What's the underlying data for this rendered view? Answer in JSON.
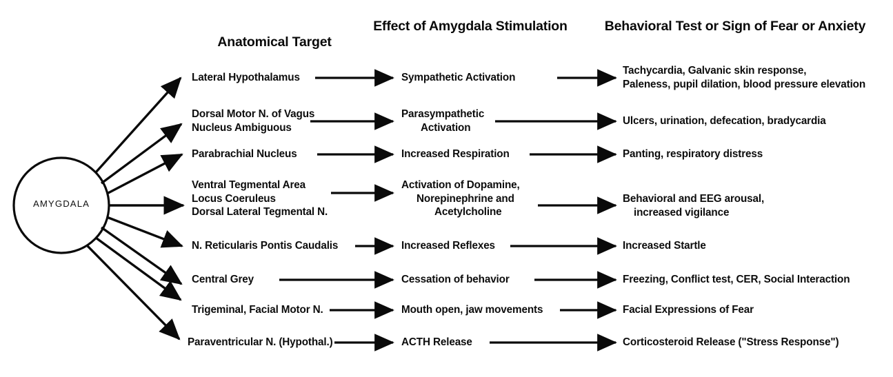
{
  "figure": {
    "center_node_label": "AMYGDALA",
    "line_color": "#0a0a0a"
  },
  "headers": {
    "col1": "Anatomical Target",
    "col2_line1": "Effect of Amygdala",
    "col2_line2": "Stimulation",
    "col3_line1": "Behavioral Test or Sign of",
    "col3_line2": "Fear or Anxiety"
  },
  "rows": [
    {
      "target": [
        "Lateral Hypothalamus"
      ],
      "effect": [
        "Sympathetic Activation"
      ],
      "behavior": [
        "Tachycardia, Galvanic skin response,",
        "Paleness, pupil dilation, blood pressure elevation"
      ]
    },
    {
      "target": [
        "Dorsal Motor N. of Vagus",
        "Nucleus Ambiguous"
      ],
      "effect": [
        "Parasympathetic",
        "Activation"
      ],
      "behavior": [
        "Ulcers, urination, defecation, bradycardia"
      ]
    },
    {
      "target": [
        "Parabrachial Nucleus"
      ],
      "effect": [
        "Increased Respiration"
      ],
      "behavior": [
        "Panting, respiratory distress"
      ]
    },
    {
      "target": [
        "Ventral Tegmental Area",
        "Locus Coeruleus",
        "Dorsal Lateral Tegmental N."
      ],
      "effect": [
        "Activation of Dopamine,",
        "Norepinephrine and",
        "Acetylcholine"
      ],
      "behavior": [
        "Behavioral and EEG arousal,",
        "increased vigilance"
      ]
    },
    {
      "target": [
        "N. Reticularis Pontis Caudalis"
      ],
      "effect": [
        "Increased Reflexes"
      ],
      "behavior": [
        "Increased Startle"
      ]
    },
    {
      "target": [
        "Central Grey"
      ],
      "effect": [
        "Cessation of behavior"
      ],
      "behavior": [
        "Freezing, Conflict test, CER, Social Interaction"
      ]
    },
    {
      "target": [
        "Trigeminal, Facial Motor N."
      ],
      "effect": [
        "Mouth open, jaw movements"
      ],
      "behavior": [
        "Facial Expressions of Fear"
      ]
    },
    {
      "target": [
        "Paraventricular N. (Hypothal.)"
      ],
      "effect": [
        "ACTH Release"
      ],
      "behavior": [
        "Corticosteroid Release (\"Stress Response\")"
      ]
    }
  ]
}
